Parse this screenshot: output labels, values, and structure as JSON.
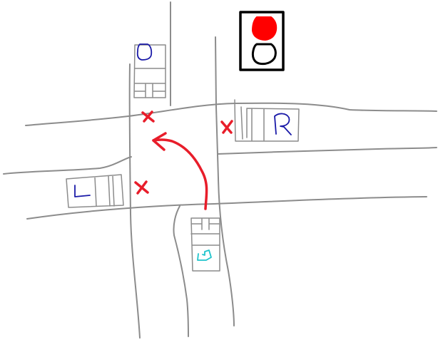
{
  "scene": {
    "type": "intersection-sketch",
    "background": "#ffffff",
    "road_color": "#8c8c8c",
    "conflict_color": "#e81d2a",
    "path_color": "#e81d2a"
  },
  "traffic_light": {
    "state": "red",
    "housing_color": "#000000",
    "active_color": "#ff0000",
    "inactive_color": "#ffffff"
  },
  "vehicles": [
    {
      "id": "north-car",
      "direction": "southbound",
      "marker_color": "#1a1aa8",
      "marker_letter": ""
    },
    {
      "id": "east-car",
      "direction": "westbound",
      "marker_color": "#1a1aa8",
      "marker_letter": "R"
    },
    {
      "id": "west-car",
      "direction": "eastbound",
      "marker_color": "#1a1aa8",
      "marker_letter": "L"
    },
    {
      "id": "south-car",
      "direction": "northbound-left-turn",
      "marker_color": "#1fc4cc",
      "marker_letter": ""
    }
  ],
  "conflict_markers": [
    {
      "id": "conflict-north",
      "symbol": "x"
    },
    {
      "id": "conflict-east",
      "symbol": "x"
    },
    {
      "id": "conflict-west",
      "symbol": "x"
    }
  ]
}
